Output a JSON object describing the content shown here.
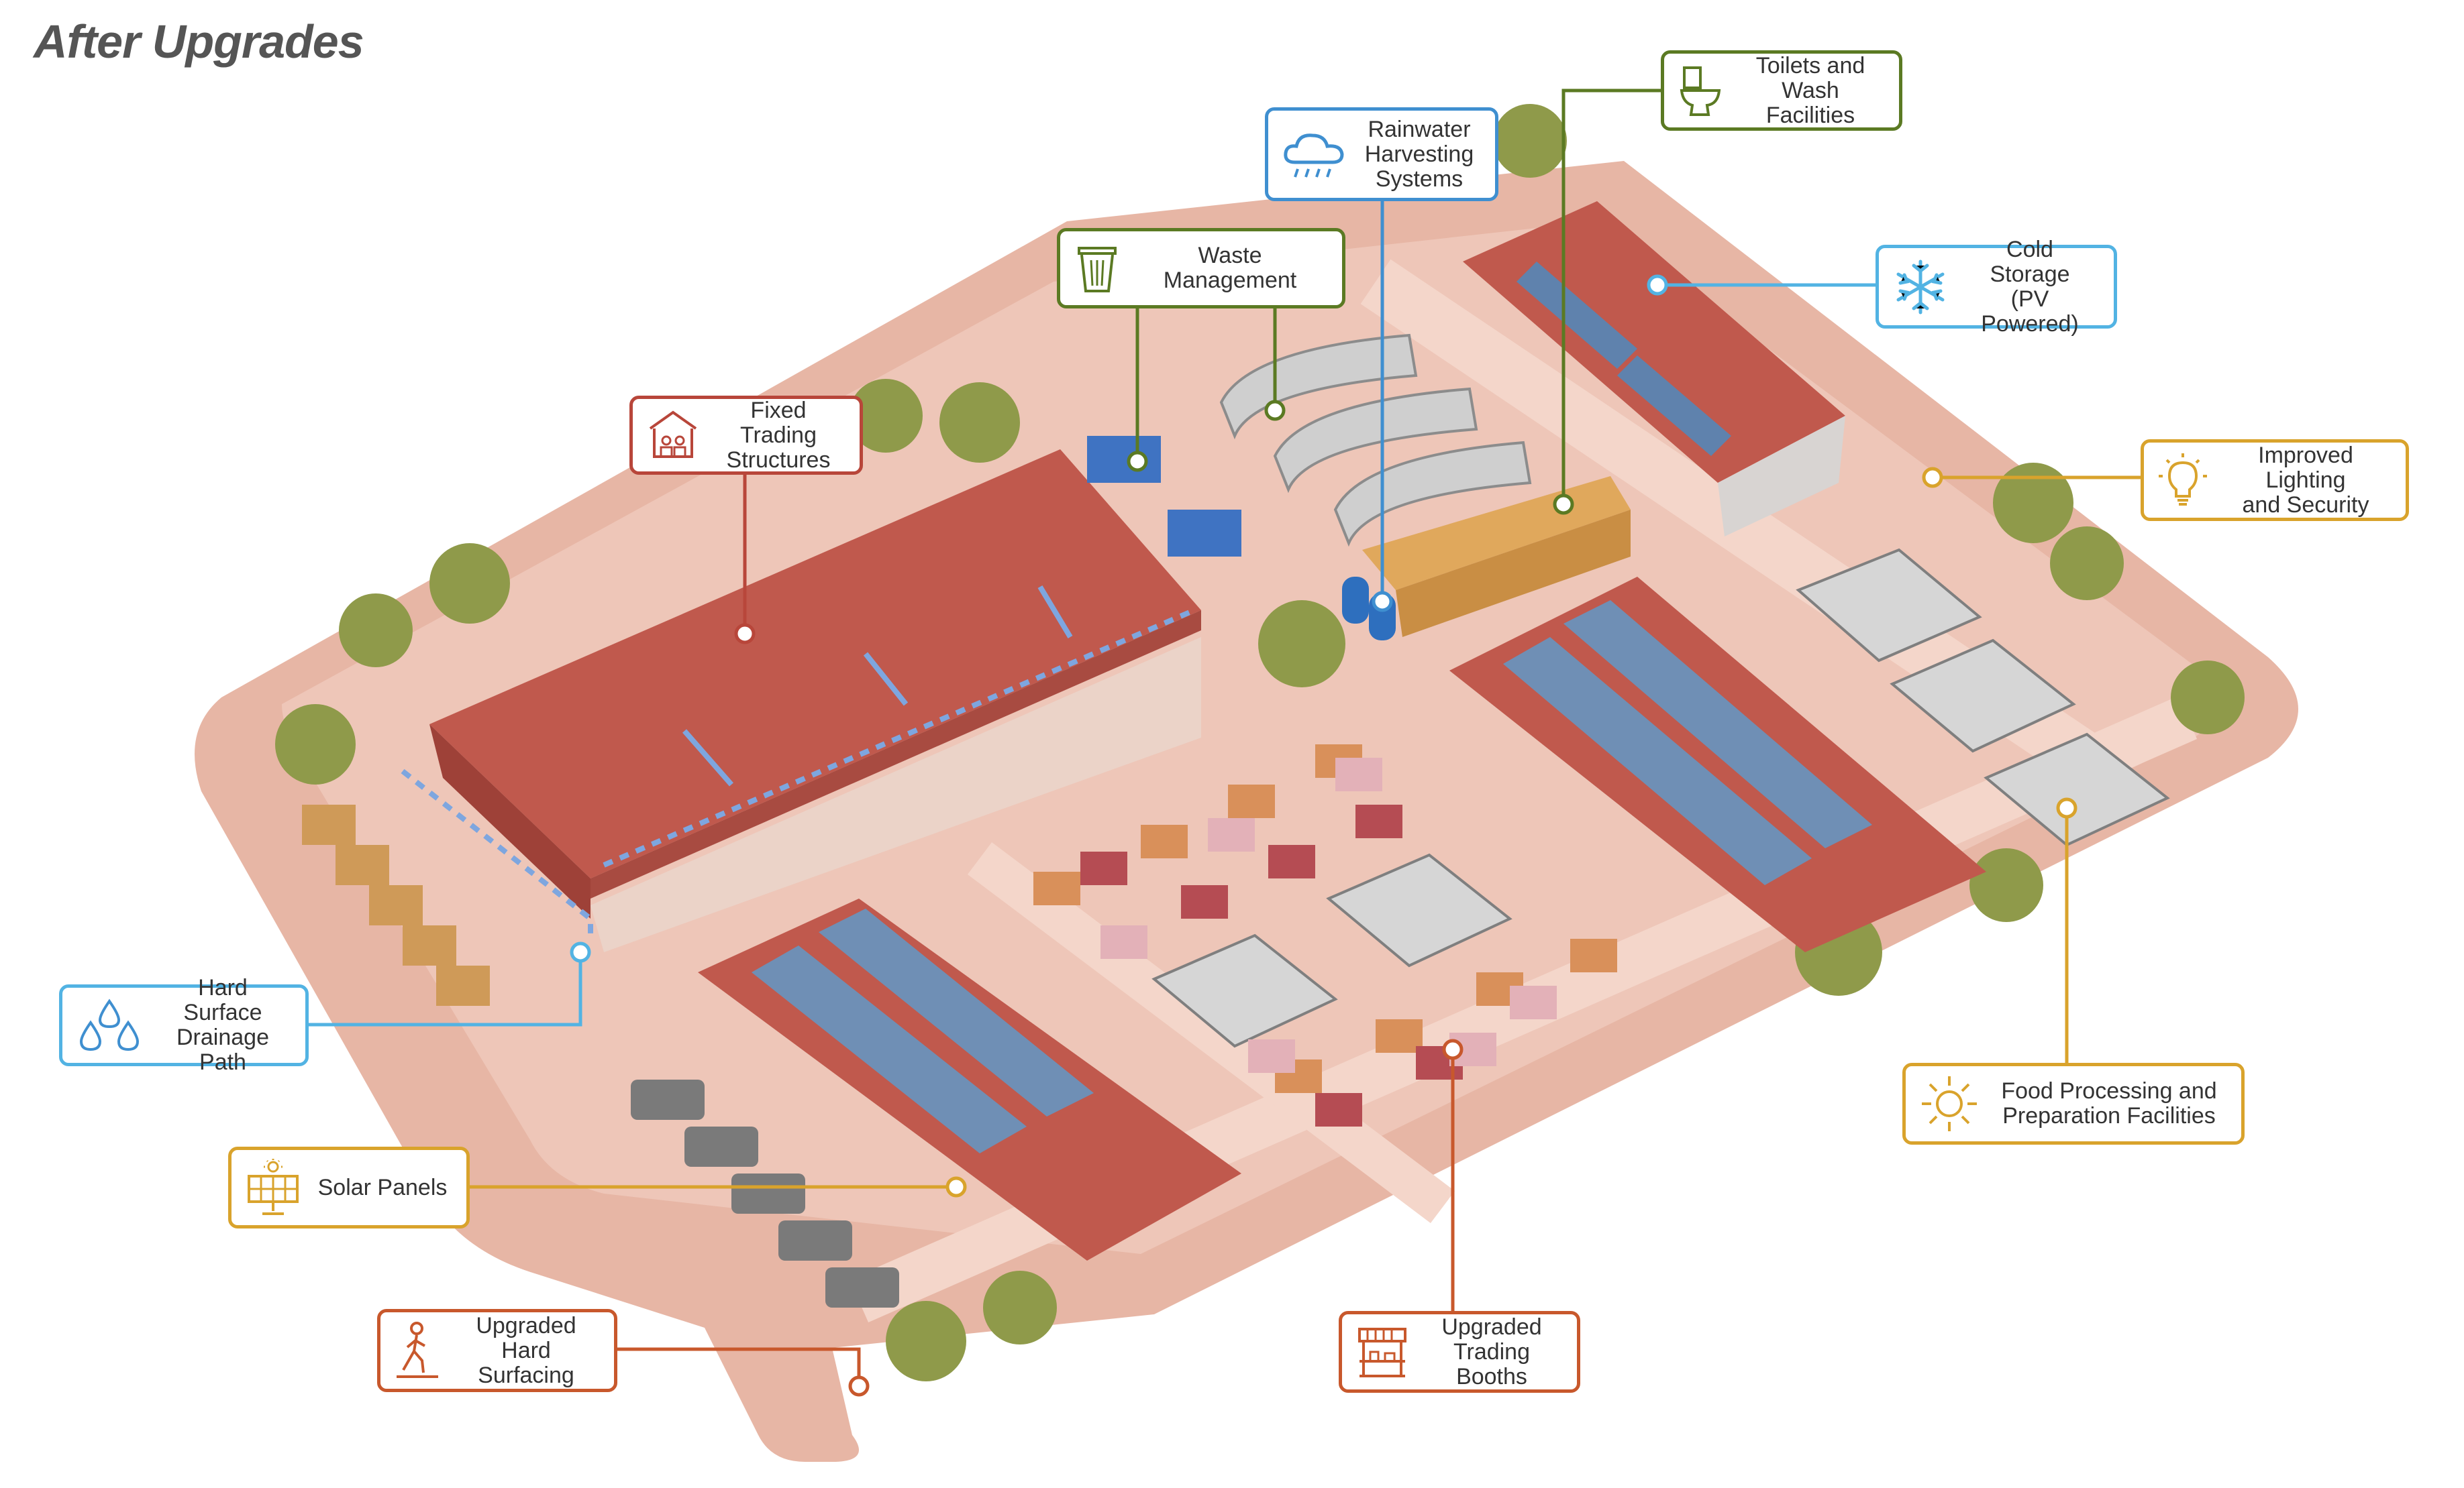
{
  "title": "After Upgrades",
  "colors": {
    "red": "#b8463a",
    "green": "#5b7a23",
    "blue": "#3f8fd0",
    "lightblue": "#52b3e3",
    "gold": "#d9a32c",
    "orange": "#c8582c",
    "ground": "#e8b8a8",
    "path": "#f2cfc2",
    "roof": "#c15a4f",
    "panel": "#6f8fb5"
  },
  "labels": {
    "fixed_trading": "Fixed Trading\nStructures",
    "waste": "Waste Management",
    "rainwater": "Rainwater\nHarvesting\nSystems",
    "toilets": "Toilets and\nWash Facilities",
    "cold_storage": "Cold Storage\n(PV Powered)",
    "lighting": "Improved Lighting\nand Security",
    "drainage": "Hard Surface\nDrainage Path",
    "solar": "Solar Panels",
    "surfacing": "Upgraded Hard\nSurfacing",
    "booths": "Upgraded\nTrading Booths",
    "food": "Food Processing and\nPreparation Facilities"
  },
  "icons": {
    "fixed_trading": "market-stall-icon",
    "waste": "trash-bin-icon",
    "rainwater": "rain-cloud-icon",
    "toilets": "toilet-icon",
    "cold_storage": "snowflake-icon",
    "lighting": "light-bulb-icon",
    "drainage": "water-drops-icon",
    "solar": "solar-panel-icon",
    "surfacing": "walking-person-icon",
    "booths": "trading-booth-icon",
    "food": "sun-icon"
  }
}
